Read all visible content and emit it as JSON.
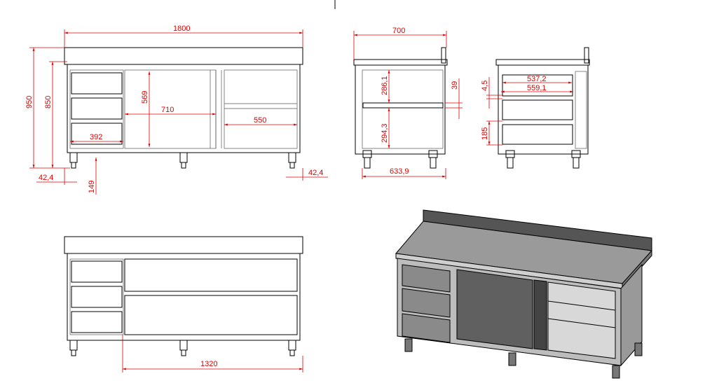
{
  "colors": {
    "dimension": "#e00000",
    "outline": "#000000"
  },
  "front_view": {
    "overall_width": "1800",
    "overall_height": "950",
    "body_height": "850",
    "door_height": "569",
    "door_width": "710",
    "shelf_width": "550",
    "drawer_width": "392",
    "left_offset": "42,4",
    "leg_height": "149",
    "right_offset": "42,4"
  },
  "side_view": {
    "depth": "700",
    "upper_compartment": "286,1",
    "lower_compartment": "294,3",
    "shelf_thickness": "39",
    "leg_span": "633,9"
  },
  "drawer_section": {
    "drawer_inner_width": "537,2",
    "drawer_outer_width": "559,1",
    "gap": "4,5",
    "drawer_height": "185"
  },
  "front_view_drawers": {
    "compartment_width": "1320"
  }
}
